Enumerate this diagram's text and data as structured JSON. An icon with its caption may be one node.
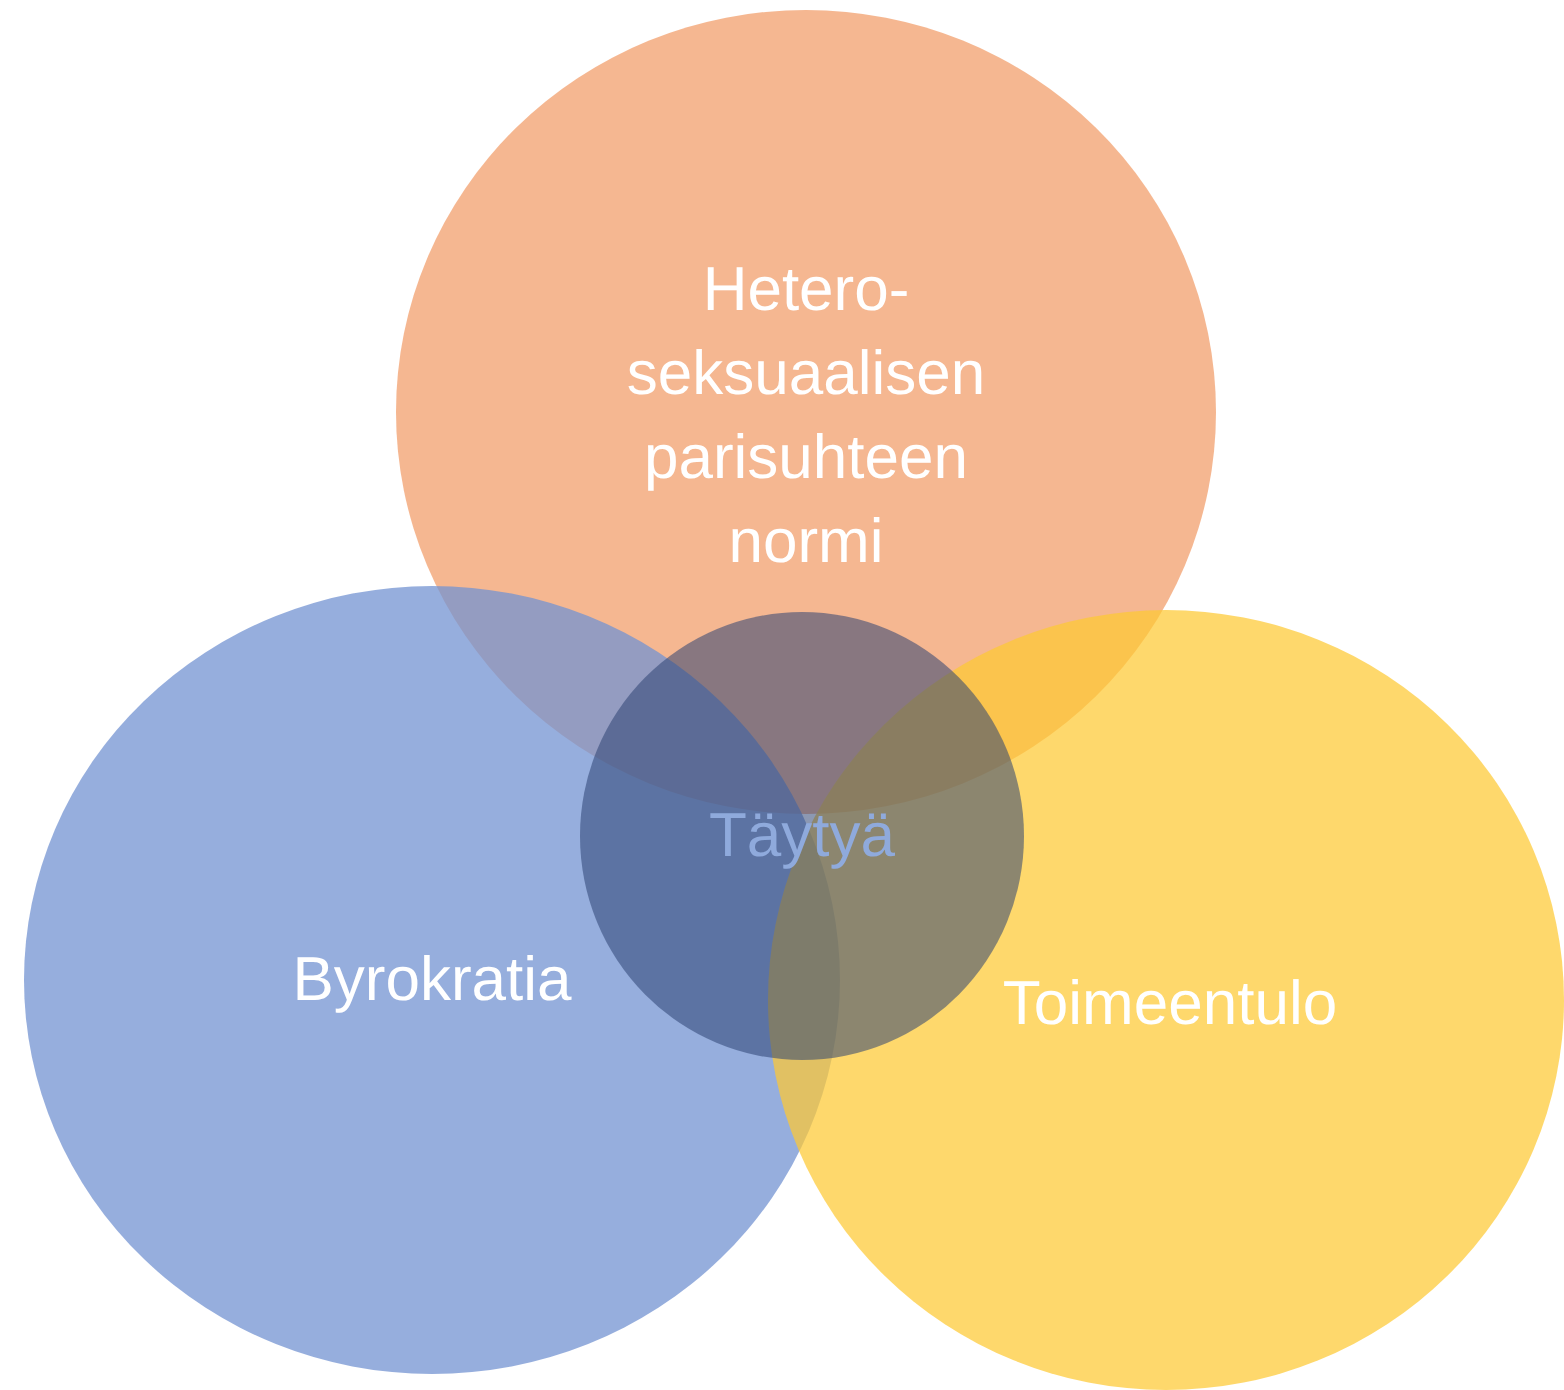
{
  "diagram": {
    "nodes": [
      {
        "text": [
          "Hetero-seksuaalisen parisuhteen normi"
        ]
      },
      {
        "text": [
          "Byrokratia"
        ]
      },
      {
        "text": [
          "Toimeentulo"
        ]
      },
      {
        "text": [
          "Täytyä"
        ]
      }
    ]
  }
}
